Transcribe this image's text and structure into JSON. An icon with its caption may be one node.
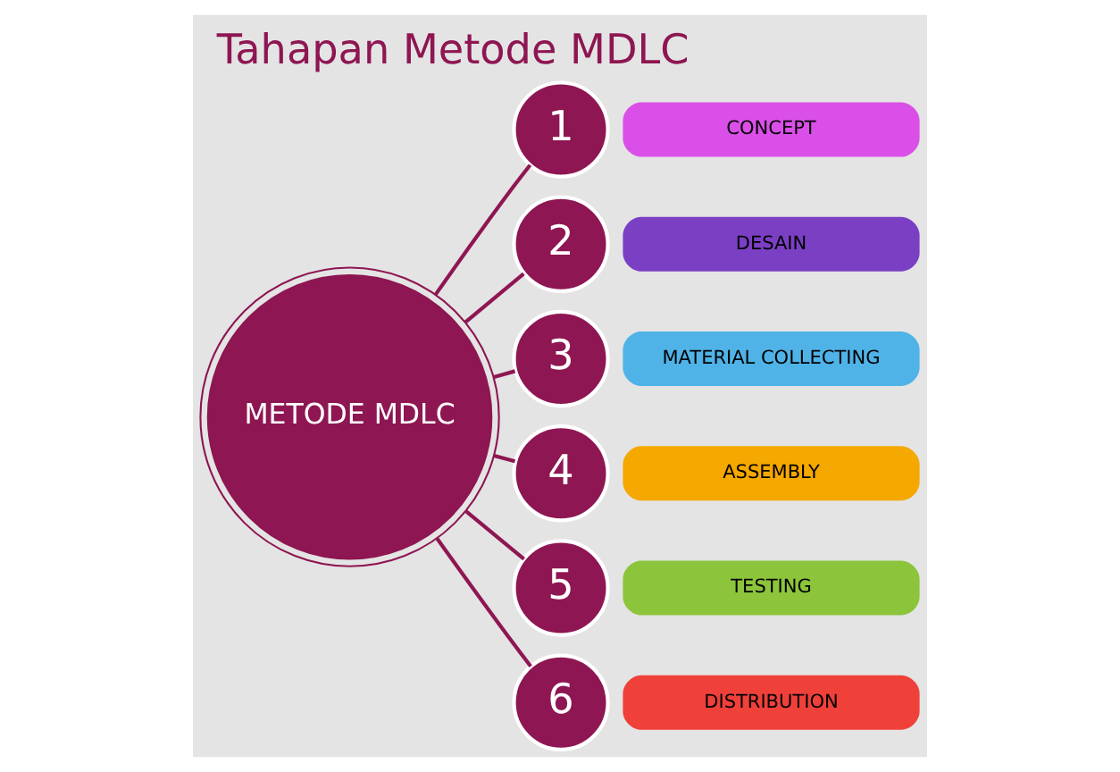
{
  "diagram": {
    "title": "Tahapan Metode MDLC",
    "nodes": [
      {
        "text": [
          "METODE MDLC"
        ]
      },
      {
        "text": [
          "1"
        ]
      },
      {
        "text": [
          "CONCEPT"
        ]
      },
      {
        "text": [
          "2"
        ]
      },
      {
        "text": [
          "DESAIN"
        ]
      },
      {
        "text": [
          "3"
        ]
      },
      {
        "text": [
          "MATERIAL COLLECTING"
        ]
      },
      {
        "text": [
          "4"
        ]
      },
      {
        "text": [
          "ASSEMBLY"
        ]
      },
      {
        "text": [
          "5"
        ]
      },
      {
        "text": [
          "TESTING"
        ]
      },
      {
        "text": [
          "6"
        ]
      },
      {
        "text": [
          "DISTRIBUTION"
        ]
      }
    ],
    "edges": [
      {
        "from": 0,
        "to": 1,
        "arrow": "none"
      },
      {
        "from": 0,
        "to": 3,
        "arrow": "none"
      },
      {
        "from": 0,
        "to": 5,
        "arrow": "none"
      },
      {
        "from": 0,
        "to": 7,
        "arrow": "none"
      },
      {
        "from": 0,
        "to": 9,
        "arrow": "none"
      },
      {
        "from": 0,
        "to": 11,
        "arrow": "none"
      }
    ]
  }
}
